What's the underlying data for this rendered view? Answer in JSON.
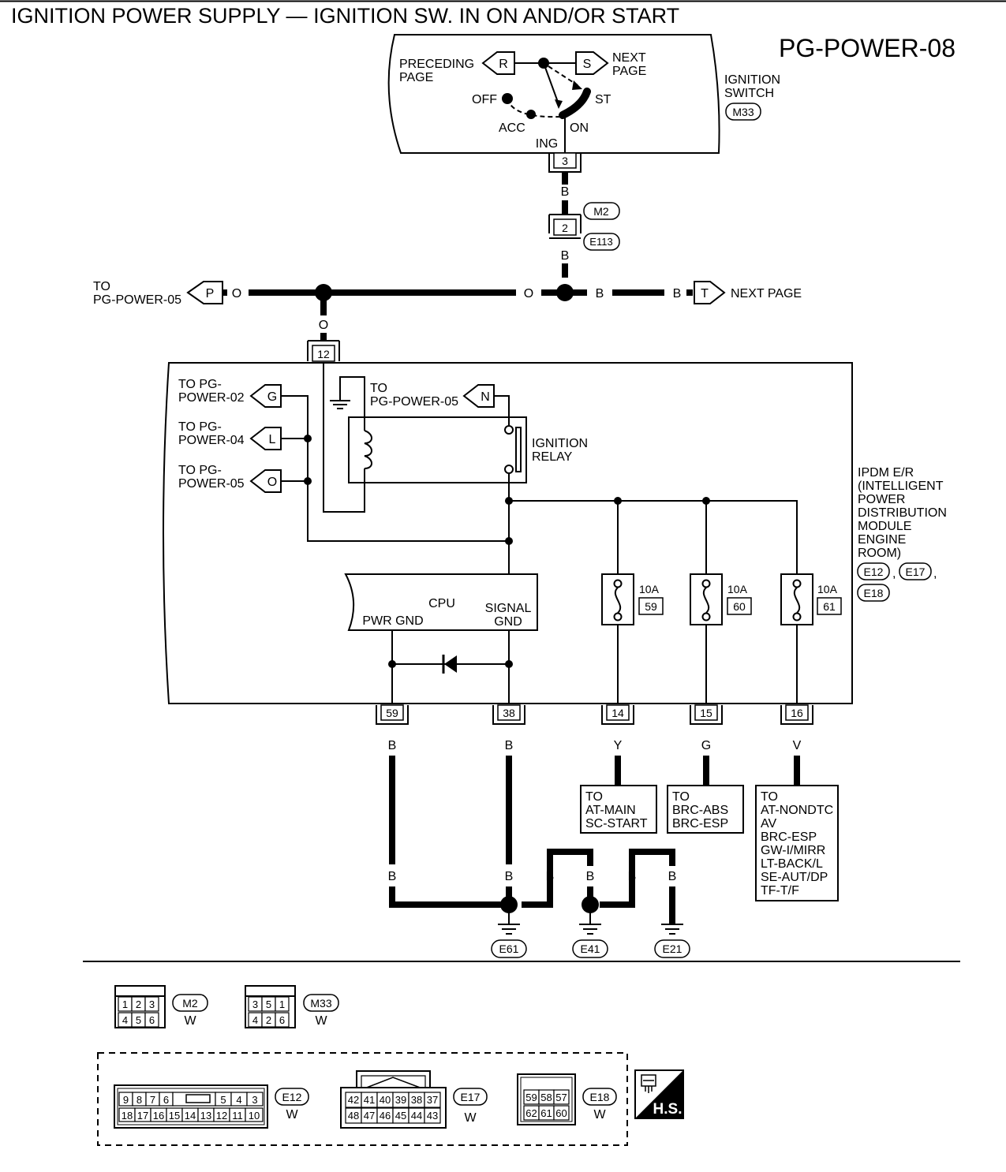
{
  "title": "IGNITION POWER SUPPLY — IGNITION SW. IN ON AND/OR START",
  "page_code": "PG-POWER-08",
  "ignition_switch": {
    "name_lines": [
      "IGNITION",
      "SWITCH"
    ],
    "connector": "M33",
    "positions": {
      "off": "OFF",
      "acc": "ACC",
      "on": "ON",
      "st": "ST"
    },
    "terminal_label": "ING",
    "terminal_pin": "3",
    "preceding_lines": [
      "PRECEDING",
      "PAGE"
    ],
    "preceding_arrow": "R",
    "next_lines": [
      "NEXT",
      "PAGE"
    ],
    "next_arrow": "S"
  },
  "joint": {
    "pin": "2",
    "connector_top": "M2",
    "connector_bottom": "E113"
  },
  "bus": {
    "left_to_lines": [
      "TO",
      "PG-POWER-05"
    ],
    "left_arrow": "P",
    "right_arrow": "T",
    "right_text": "NEXT PAGE"
  },
  "ipdm": {
    "name_lines": [
      "IPDM E/R",
      "(INTELLIGENT",
      "POWER",
      "DISTRIBUTION",
      "MODULE",
      "ENGINE",
      "ROOM)"
    ],
    "connectors": [
      "E12",
      "E17",
      "E18"
    ],
    "top_pin": "12",
    "outputs": [
      {
        "lines": [
          "TO PG-",
          "POWER-02"
        ],
        "arrow": "G"
      },
      {
        "lines": [
          "TO PG-",
          "POWER-04"
        ],
        "arrow": "L"
      },
      {
        "lines": [
          "TO PG-",
          "POWER-05"
        ],
        "arrow": "O"
      }
    ],
    "relay_feed_lines": [
      "TO",
      "PG-POWER-05"
    ],
    "relay_feed_arrow": "N",
    "relay_name_lines": [
      "IGNITION",
      "RELAY"
    ],
    "cpu": {
      "name": "CPU",
      "pwr_gnd": "PWR GND",
      "signal_gnd_lines": [
        "SIGNAL",
        "GND"
      ]
    },
    "fuses": [
      {
        "rating": "10A",
        "number": "59"
      },
      {
        "rating": "10A",
        "number": "60"
      },
      {
        "rating": "10A",
        "number": "61"
      }
    ],
    "bottom_pins": [
      "59",
      "38",
      "14",
      "15",
      "16"
    ]
  },
  "wire_colors": {
    "sw_to_joint": "B",
    "joint_to_bus": "B",
    "bus_left": "O",
    "bus_mid": "O",
    "bus_b1": "B",
    "bus_b2": "B",
    "bus_to_ipdm": "O",
    "pin59": "B",
    "pin38": "B",
    "pin14": "Y",
    "pin15": "G",
    "pin16": "V",
    "ground_wires": [
      "B",
      "B",
      "B",
      "B",
      "B",
      "B"
    ]
  },
  "destinations": [
    {
      "lines": [
        "TO",
        "AT-MAIN",
        "SC-START"
      ]
    },
    {
      "lines": [
        "TO",
        "BRC-ABS",
        "BRC-ESP"
      ]
    },
    {
      "lines": [
        "TO",
        "AT-NONDTC",
        "AV",
        "BRC-ESP",
        "GW-I/MIRR",
        "LT-BACK/L",
        "SE-AUT/DP",
        "TF-T/F"
      ]
    }
  ],
  "grounds": [
    "E61",
    "E41",
    "E21"
  ],
  "connector_views": {
    "m2": {
      "id": "M2",
      "color": "W",
      "rows": [
        [
          "1",
          "2",
          "3"
        ],
        [
          "4",
          "5",
          "6"
        ]
      ]
    },
    "m33": {
      "id": "M33",
      "color": "W",
      "rows": [
        [
          "3",
          "5",
          "1"
        ],
        [
          "4",
          "2",
          "6"
        ]
      ]
    },
    "e12": {
      "id": "E12",
      "color": "W",
      "rows": [
        [
          "9",
          "8",
          "7",
          "6",
          "",
          "5",
          "4",
          "3"
        ],
        [
          "18",
          "17",
          "16",
          "15",
          "14",
          "13",
          "12",
          "11",
          "10"
        ]
      ]
    },
    "e17": {
      "id": "E17",
      "color": "W",
      "rows": [
        [
          "42",
          "41",
          "40",
          "39",
          "38",
          "37"
        ],
        [
          "48",
          "47",
          "46",
          "45",
          "44",
          "43"
        ]
      ]
    },
    "e18": {
      "id": "E18",
      "color": "W",
      "rows": [
        [
          "59",
          "58",
          "57"
        ],
        [
          "62",
          "61",
          "60"
        ]
      ]
    }
  },
  "hs_badge": "H.S."
}
